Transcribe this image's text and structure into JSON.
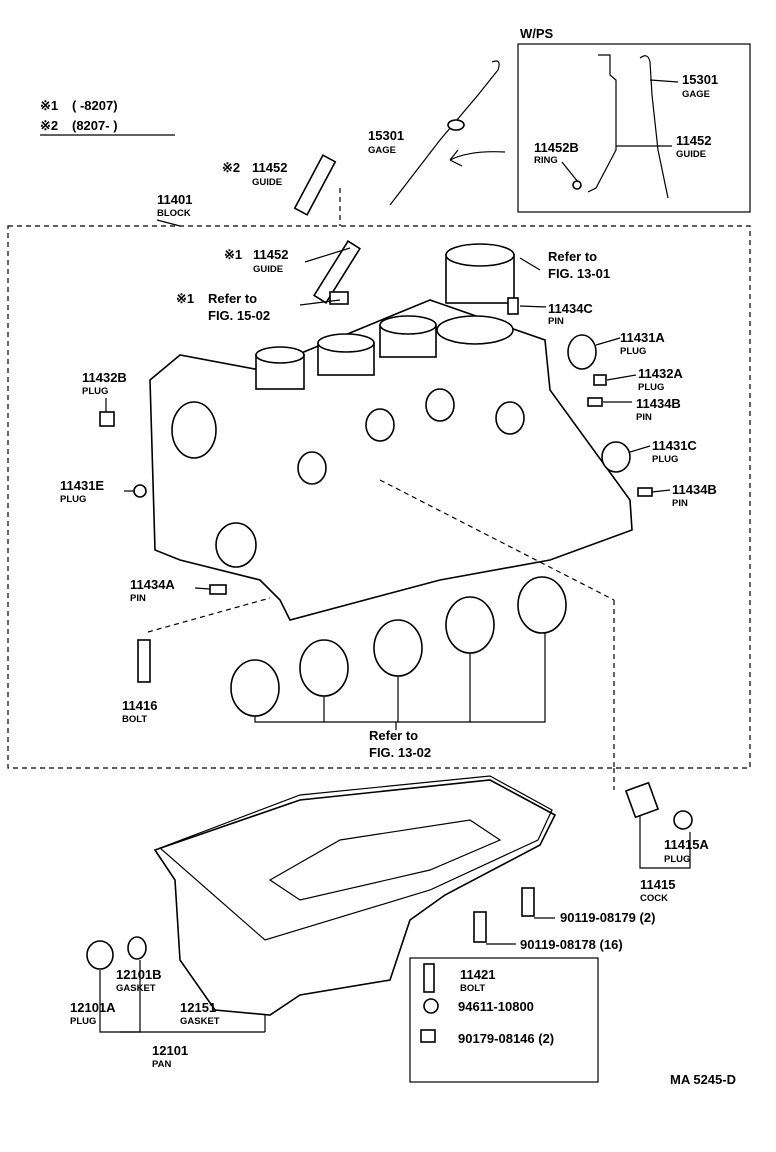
{
  "legend": {
    "l1_mark": "※1",
    "l1_text": "(      -8207)",
    "l2_mark": "※2",
    "l2_text": "(8207-        )"
  },
  "inset_title": "W/PS",
  "callouts": {
    "gage_main": {
      "num": "15301",
      "name": "GAGE"
    },
    "guide_2": {
      "mark": "※2",
      "num": "11452",
      "name": "GUIDE"
    },
    "block": {
      "num": "11401",
      "name": "BLOCK"
    },
    "guide_1": {
      "mark": "※1",
      "num": "11452",
      "name": "GUIDE"
    },
    "ref_15": {
      "mark": "※1",
      "line1": "Refer to",
      "line2": "FIG. 15-02"
    },
    "ref_13_01": {
      "line1": "Refer to",
      "line2": "FIG. 13-01"
    },
    "pin_c": {
      "num": "11434C",
      "name": "PIN"
    },
    "plug_a": {
      "num": "11431A",
      "name": "PLUG"
    },
    "plug_32a": {
      "num": "11432A",
      "name": "PLUG"
    },
    "pin_b1": {
      "num": "11434B",
      "name": "PIN"
    },
    "plug_c": {
      "num": "11431C",
      "name": "PLUG"
    },
    "pin_b2": {
      "num": "11434B",
      "name": "PIN"
    },
    "plug_32b": {
      "num": "11432B",
      "name": "PLUG"
    },
    "plug_e": {
      "num": "11431E",
      "name": "PLUG"
    },
    "pin_a": {
      "num": "11434A",
      "name": "PIN"
    },
    "bolt_16": {
      "num": "11416",
      "name": "BOLT"
    },
    "ref_13_02": {
      "line1": "Refer to",
      "line2": "FIG. 13-02"
    },
    "plug_15a": {
      "num": "11415A",
      "name": "PLUG"
    },
    "cock": {
      "num": "11415",
      "name": "COCK"
    },
    "b_08179": {
      "num": "90119-08179 (2)"
    },
    "b_08178": {
      "num": "90119-08178 (16)"
    },
    "bolt_21": {
      "num": "11421",
      "name": "BOLT"
    },
    "w_10800": {
      "num": "94611-10800"
    },
    "n_08146": {
      "num": "90179-08146 (2)"
    },
    "gasket_01b": {
      "num": "12101B",
      "name": "GASKET"
    },
    "plug_01a": {
      "num": "12101A",
      "name": "PLUG"
    },
    "gasket_51": {
      "num": "12151",
      "name": "GASKET"
    },
    "pan": {
      "num": "12101",
      "name": "PAN"
    },
    "inset_gage": {
      "num": "15301",
      "name": "GAGE"
    },
    "inset_ring": {
      "num": "11452B",
      "name": "RING"
    },
    "inset_guide": {
      "num": "11452",
      "name": "GUIDE"
    }
  },
  "figure_code": "MA  5245-D"
}
